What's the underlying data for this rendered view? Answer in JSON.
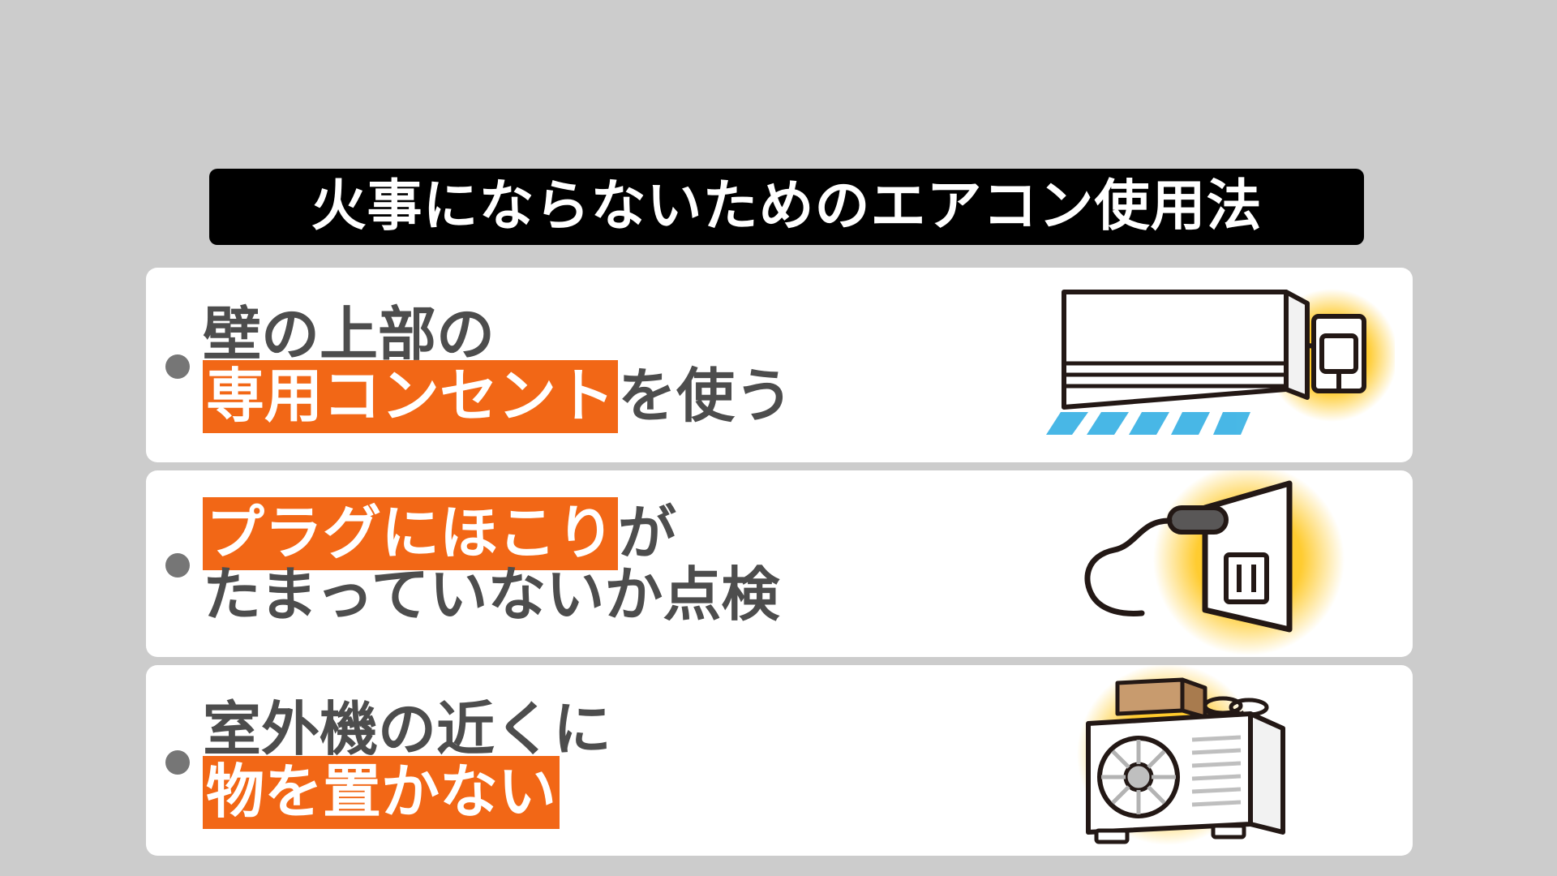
{
  "background_color": "#cccccc",
  "title": {
    "text": "火事にならないためのエアコン使用法",
    "background_color": "#000000",
    "text_color": "#ffffff"
  },
  "colors": {
    "highlight": "#f26716",
    "body_text": "#4d4d4d",
    "bullet": "#767676",
    "card_background": "#ffffff",
    "glow": "#ffc61a",
    "airflow": "#29abe2",
    "outline": "#231815"
  },
  "cards": [
    {
      "bullet": "•",
      "line1": {
        "plain_before": "壁の上部の",
        "highlight": "",
        "plain_after": ""
      },
      "line2": {
        "plain_before": "",
        "highlight": "専用コンセント",
        "plain_after": "を使う"
      },
      "illustration": "wall-air-conditioner-with-outlet"
    },
    {
      "bullet": "•",
      "line1": {
        "plain_before": "",
        "highlight": "プラグにほこり",
        "plain_after": "が"
      },
      "line2": {
        "plain_before": "たまっていないか点検",
        "highlight": "",
        "plain_after": ""
      },
      "illustration": "plug-and-wall-outlet"
    },
    {
      "bullet": "•",
      "line1": {
        "plain_before": "室外機の近くに",
        "highlight": "",
        "plain_after": ""
      },
      "line2": {
        "plain_before": "",
        "highlight": "物を置かない",
        "plain_after": ""
      },
      "illustration": "outdoor-unit-with-box-on-top"
    }
  ]
}
